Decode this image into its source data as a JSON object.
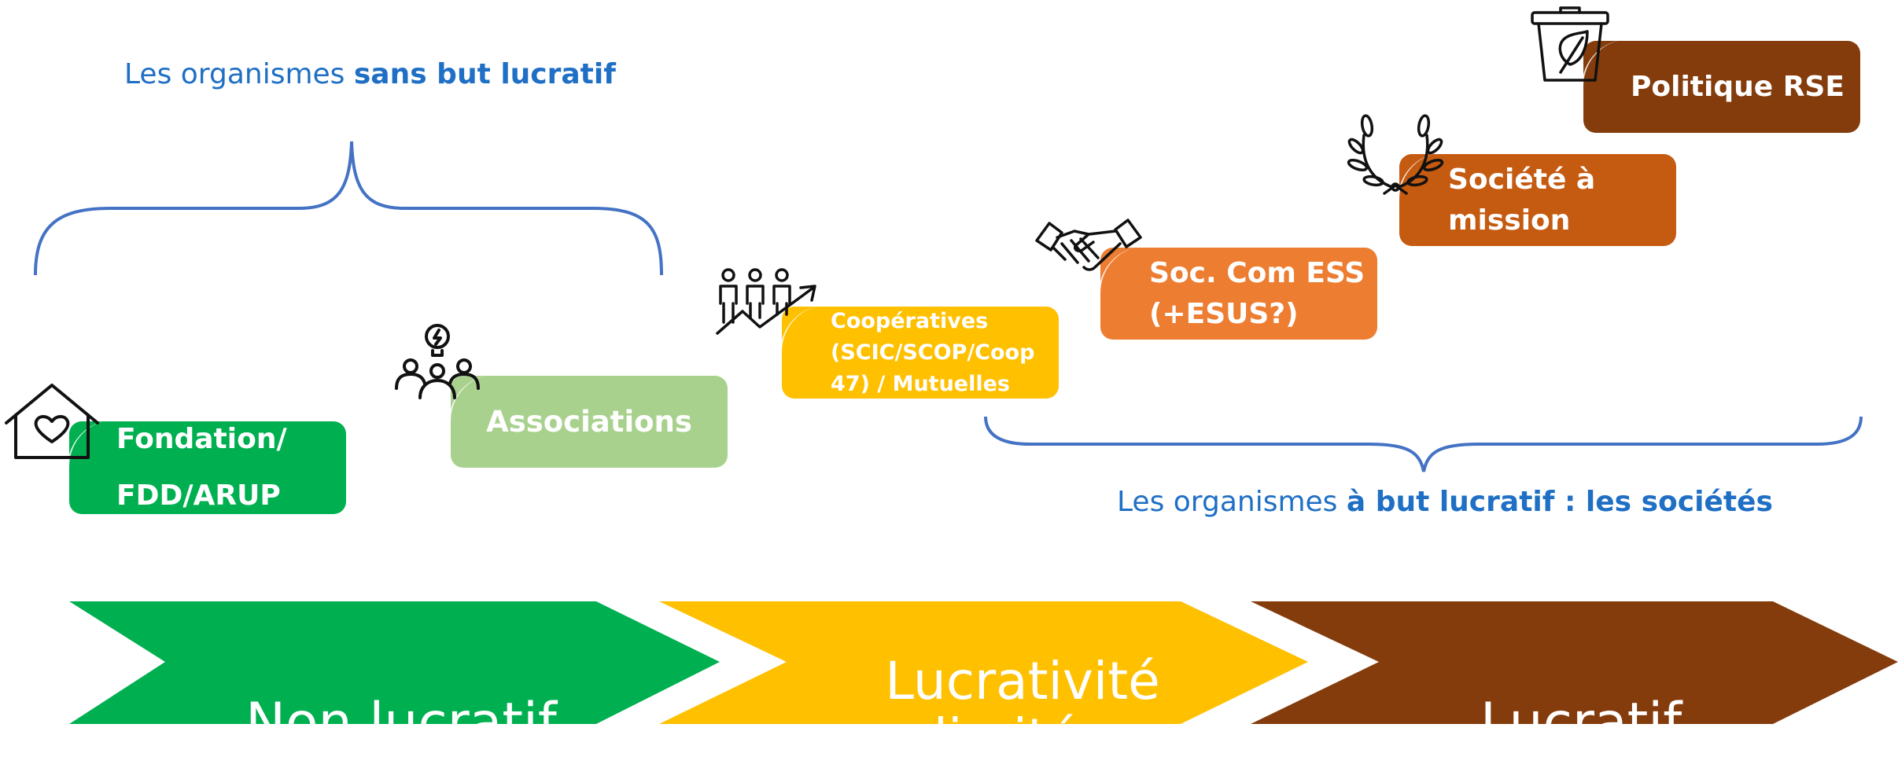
{
  "captions": {
    "non_lucratif": {
      "prefix": "Les organismes ",
      "bold": "sans but lucratif"
    },
    "lucratif": {
      "prefix": "Les organismes ",
      "bold": "à but lucratif : les sociétés"
    }
  },
  "boxes": [
    {
      "id": "fondation",
      "label": "Fondation/\nFDD/ARUP",
      "color": "#00B050",
      "icon": "house-heart-icon"
    },
    {
      "id": "associations",
      "label": "Associations",
      "color": "#A9D18E",
      "icon": "people-idea-icon"
    },
    {
      "id": "cooperatives",
      "label": "Coopératives\n(SCIC/SCOP/Coop\n47) / Mutuelles",
      "color": "#FFC000",
      "icon": "growth-team-icon"
    },
    {
      "id": "soc-com-ess",
      "label": "Soc. Com ESS\n(+ESUS?)",
      "color": "#ED7D31",
      "icon": "handshake-icon"
    },
    {
      "id": "societe-mission",
      "label": "Société à\nmission",
      "color": "#C55A11",
      "icon": "laurel-icon"
    },
    {
      "id": "politique-rse",
      "label": "Politique RSE",
      "color": "#843C0C",
      "icon": "eco-bin-icon"
    }
  ],
  "chevrons": [
    {
      "id": "non-lucratif",
      "label": "Non lucratif",
      "color": "#00B050"
    },
    {
      "id": "lucrativite-limitee",
      "label": "Lucrativité\nlimitée",
      "color": "#FFC000"
    },
    {
      "id": "lucratif",
      "label": "Lucratif",
      "color": "#843C0C"
    }
  ],
  "colors": {
    "brace": "#4472C4",
    "caption": "#1F6FC5"
  }
}
